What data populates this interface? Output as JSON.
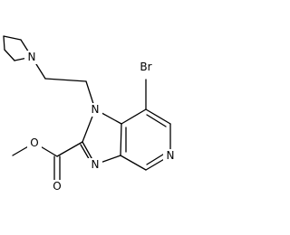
{
  "molecule": {
    "atoms": {
      "br": "Br",
      "n_pyrrolidine": "N",
      "n1": "N",
      "n3": "N",
      "n_pyridine": "N",
      "o_ester": "O",
      "o_carbonyl": "O"
    }
  }
}
